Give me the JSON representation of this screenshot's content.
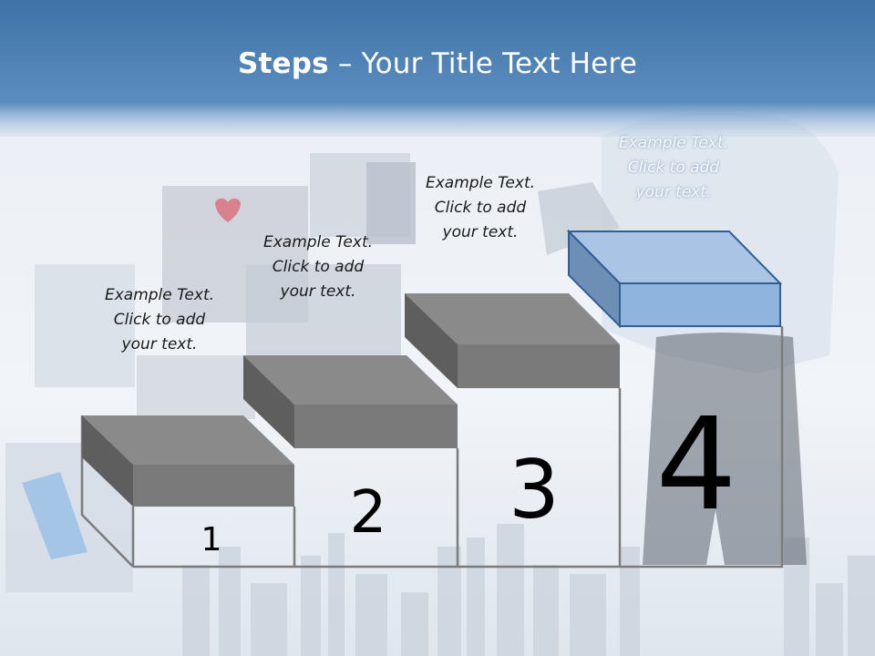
{
  "title": {
    "bold": "Steps",
    "rest": " – Your Title Text Here"
  },
  "steps": [
    {
      "number": "1",
      "line1": "Example Text.",
      "line2": "Click  to add",
      "line3": "your text."
    },
    {
      "number": "2",
      "line1": "Example Text.",
      "line2": "Click  to add",
      "line3": "your text."
    },
    {
      "number": "3",
      "line1": "Example Text.",
      "line2": "Click  to add",
      "line3": "your text."
    },
    {
      "number": "4",
      "line1": "Example Text.",
      "line2": "Click  to add",
      "line3": "your text."
    }
  ],
  "colors": {
    "title_bar": "#4a7fb5",
    "step_top": "#8a8a8a",
    "step_front": "#7a7a7a",
    "step_dark": "#5e5e5e",
    "step4_top": "#a9c4e4",
    "step4_front": "#8fb4dd",
    "step4_side": "#6d8fb6",
    "outline": "#7c7c7c"
  }
}
